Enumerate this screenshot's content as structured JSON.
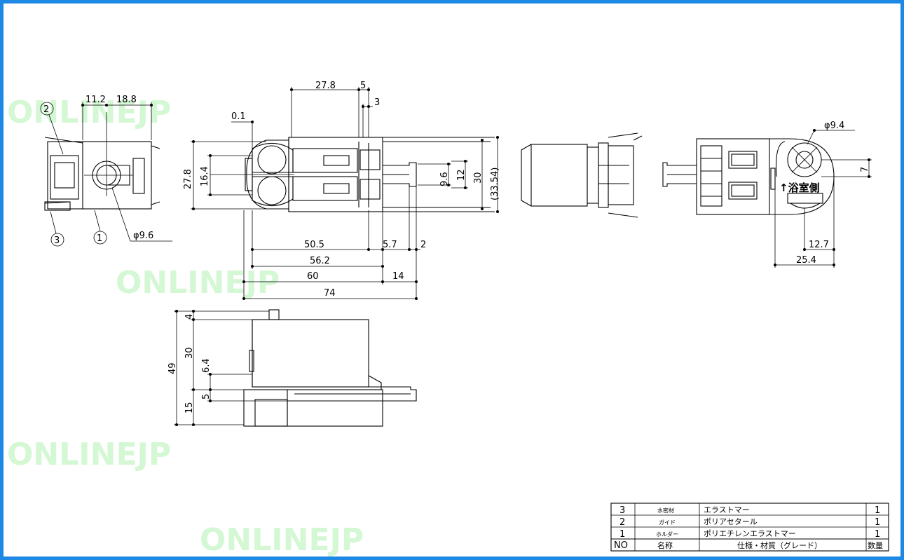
{
  "watermark": "ONLINEJP",
  "frame_color": "#1e88e5",
  "dims": {
    "d11_2": "11.2",
    "d18_8": "18.8",
    "d9_6a": "φ9.6",
    "d27_8a": "27.8",
    "d5a": "5",
    "d3": "3",
    "d0_1": "0.1",
    "d27_8b": "27.8",
    "d16_4": "16.4",
    "d9_6b": "9.6",
    "d12": "12",
    "d30a": "30",
    "d33_54": "(33.54)",
    "d50_5": "50.5",
    "d5_7": "5.7",
    "d2": "2",
    "d56_2": "56.2",
    "d60": "60",
    "d14": "14",
    "d74": "74",
    "d9_4": "φ9.4",
    "d7": "7",
    "d12_7": "12.7",
    "d25_4": "25.4",
    "d49": "49",
    "d4": "4",
    "d30b": "30",
    "d6_4": "6.4",
    "d5b": "5",
    "d15": "15"
  },
  "callouts": {
    "c1": "1",
    "c2": "2",
    "c3": "3"
  },
  "bath_label": "↑浴室側",
  "bom": {
    "rows": [
      {
        "no": "3",
        "name": "水密材",
        "spec": "エラストマー",
        "qty": "1"
      },
      {
        "no": "2",
        "name": "ガイド",
        "spec": "ポリアセタール",
        "qty": "1"
      },
      {
        "no": "1",
        "name": "ホルダー",
        "spec": "ポリエチレンエラストマー",
        "qty": "1"
      }
    ],
    "header": {
      "no": "NO",
      "name": "名称",
      "spec": "仕様・材質（グレード）",
      "qty": "数量"
    }
  }
}
